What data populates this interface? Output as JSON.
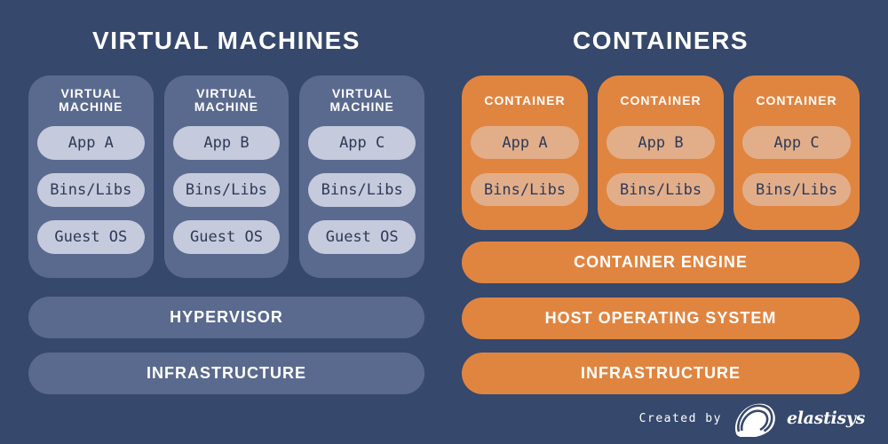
{
  "palette": {
    "background": "#36486B",
    "vm_fill": "#5A6A8E",
    "vm_pill_fill": "#C5CADC",
    "container_fill": "#E08540",
    "container_pill_fill": "#E2AE89",
    "pill_text": "#2E3A58",
    "heading_text": "#FFFFFF"
  },
  "left_panel": {
    "title": "VIRTUAL MACHINES",
    "cards": [
      {
        "header": "VIRTUAL MACHINE",
        "items": [
          "App A",
          "Bins/Libs",
          "Guest OS"
        ]
      },
      {
        "header": "VIRTUAL MACHINE",
        "items": [
          "App B",
          "Bins/Libs",
          "Guest OS"
        ]
      },
      {
        "header": "VIRTUAL MACHINE",
        "items": [
          "App C",
          "Bins/Libs",
          "Guest OS"
        ]
      }
    ],
    "bars": [
      "HYPERVISOR",
      "INFRASTRUCTURE"
    ]
  },
  "right_panel": {
    "title": "CONTAINERS",
    "cards": [
      {
        "header": "CONTAINER",
        "items": [
          "App A",
          "Bins/Libs"
        ]
      },
      {
        "header": "CONTAINER",
        "items": [
          "App B",
          "Bins/Libs"
        ]
      },
      {
        "header": "CONTAINER",
        "items": [
          "App C",
          "Bins/Libs"
        ]
      }
    ],
    "bars": [
      "CONTAINER ENGINE",
      "HOST OPERATING SYSTEM",
      "INFRASTRUCTURE"
    ]
  },
  "footer": {
    "created_by_label": "Created by",
    "brand_name": "elastisys",
    "logo_icon": "elastisys-mussel-icon"
  }
}
